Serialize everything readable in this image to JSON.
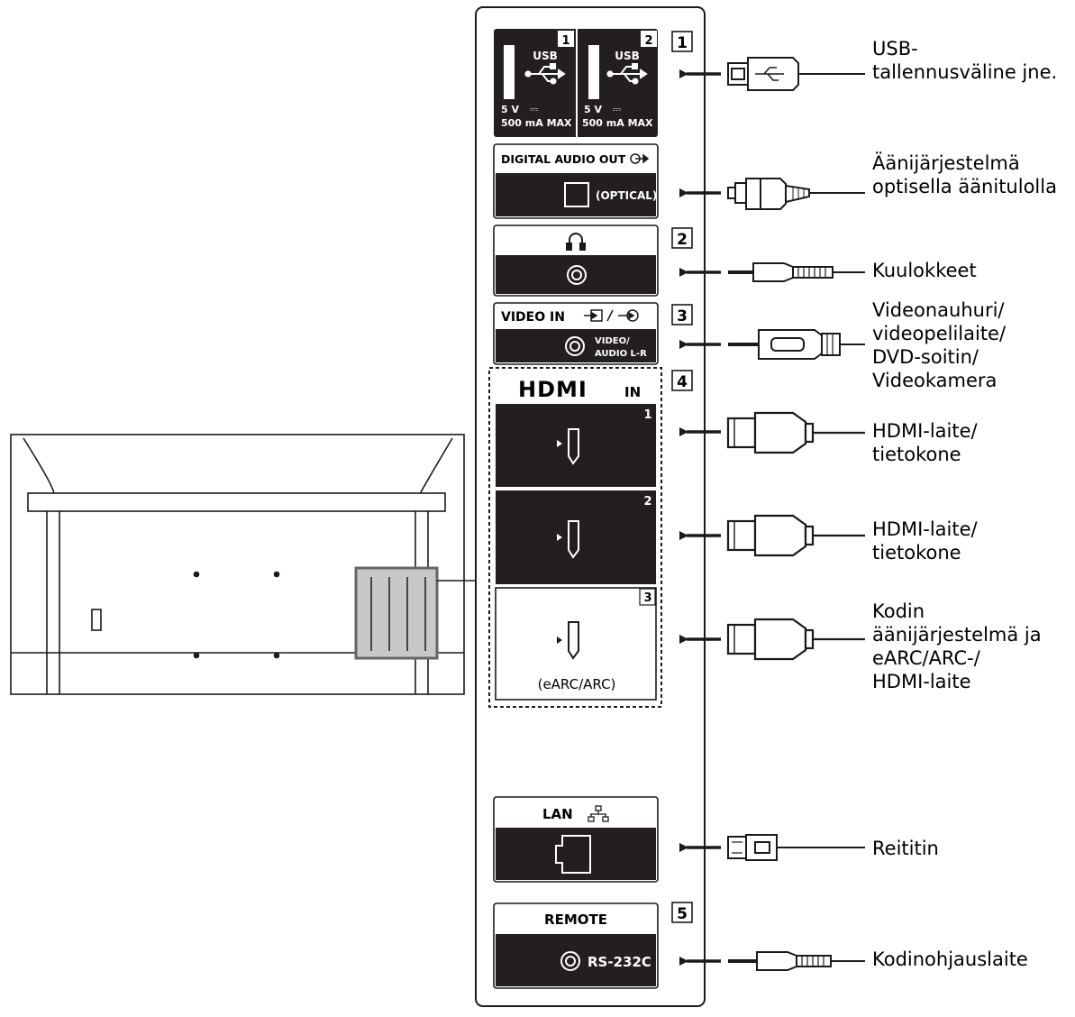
{
  "colors": {
    "line": "#1a1a1a",
    "port_dark": "#231f20",
    "highlight": "#c8c8c8",
    "paper": "#ffffff"
  },
  "markers": {
    "m1": "1",
    "m2": "2",
    "m3": "3",
    "m4": "4",
    "m5": "5"
  },
  "panels": {
    "usb": {
      "word": "USB",
      "num1": "1",
      "num2": "2",
      "voltage": "5 V",
      "dc_symbol": "⎓",
      "current": "500 mA MAX",
      "icon": "usb-trident-icon"
    },
    "digital_audio": {
      "title": "DIGITAL AUDIO OUT",
      "icon": "audio-out-icon",
      "port": "(OPTICAL)"
    },
    "headphones": {
      "icon": "headphones-icon"
    },
    "video_in": {
      "title": "VIDEO IN",
      "port_line1": "VIDEO/",
      "port_line2": "AUDIO L-R"
    },
    "hdmi": {
      "logo": "HDMI",
      "in": "IN",
      "num1": "1",
      "num2": "2",
      "num3": "3",
      "earc": "(eARC/ARC)"
    },
    "lan": {
      "title": "LAN",
      "icon": "network-icon"
    },
    "remote": {
      "title": "REMOTE",
      "port": "RS-232C"
    }
  },
  "labels": {
    "usb": [
      "USB-",
      "tallennusväline jne."
    ],
    "audio_system": [
      "Äänijärjestelmä",
      "optisella äänitulolla"
    ],
    "headphones": [
      "Kuulokkeet"
    ],
    "video": [
      "Videonauhuri/",
      "videopelilaite/",
      "DVD-soitin/",
      "Videokamera"
    ],
    "hdmi1": [
      "HDMI-laite/",
      "tietokone"
    ],
    "hdmi2": [
      "HDMI-laite/",
      "tietokone"
    ],
    "home_audio": [
      "Kodin",
      "äänijärjestelmä ja",
      "eARC/ARC-/",
      "HDMI-laite"
    ],
    "router": [
      "Reititin"
    ],
    "home_control": [
      "Kodinohjauslaite"
    ]
  }
}
